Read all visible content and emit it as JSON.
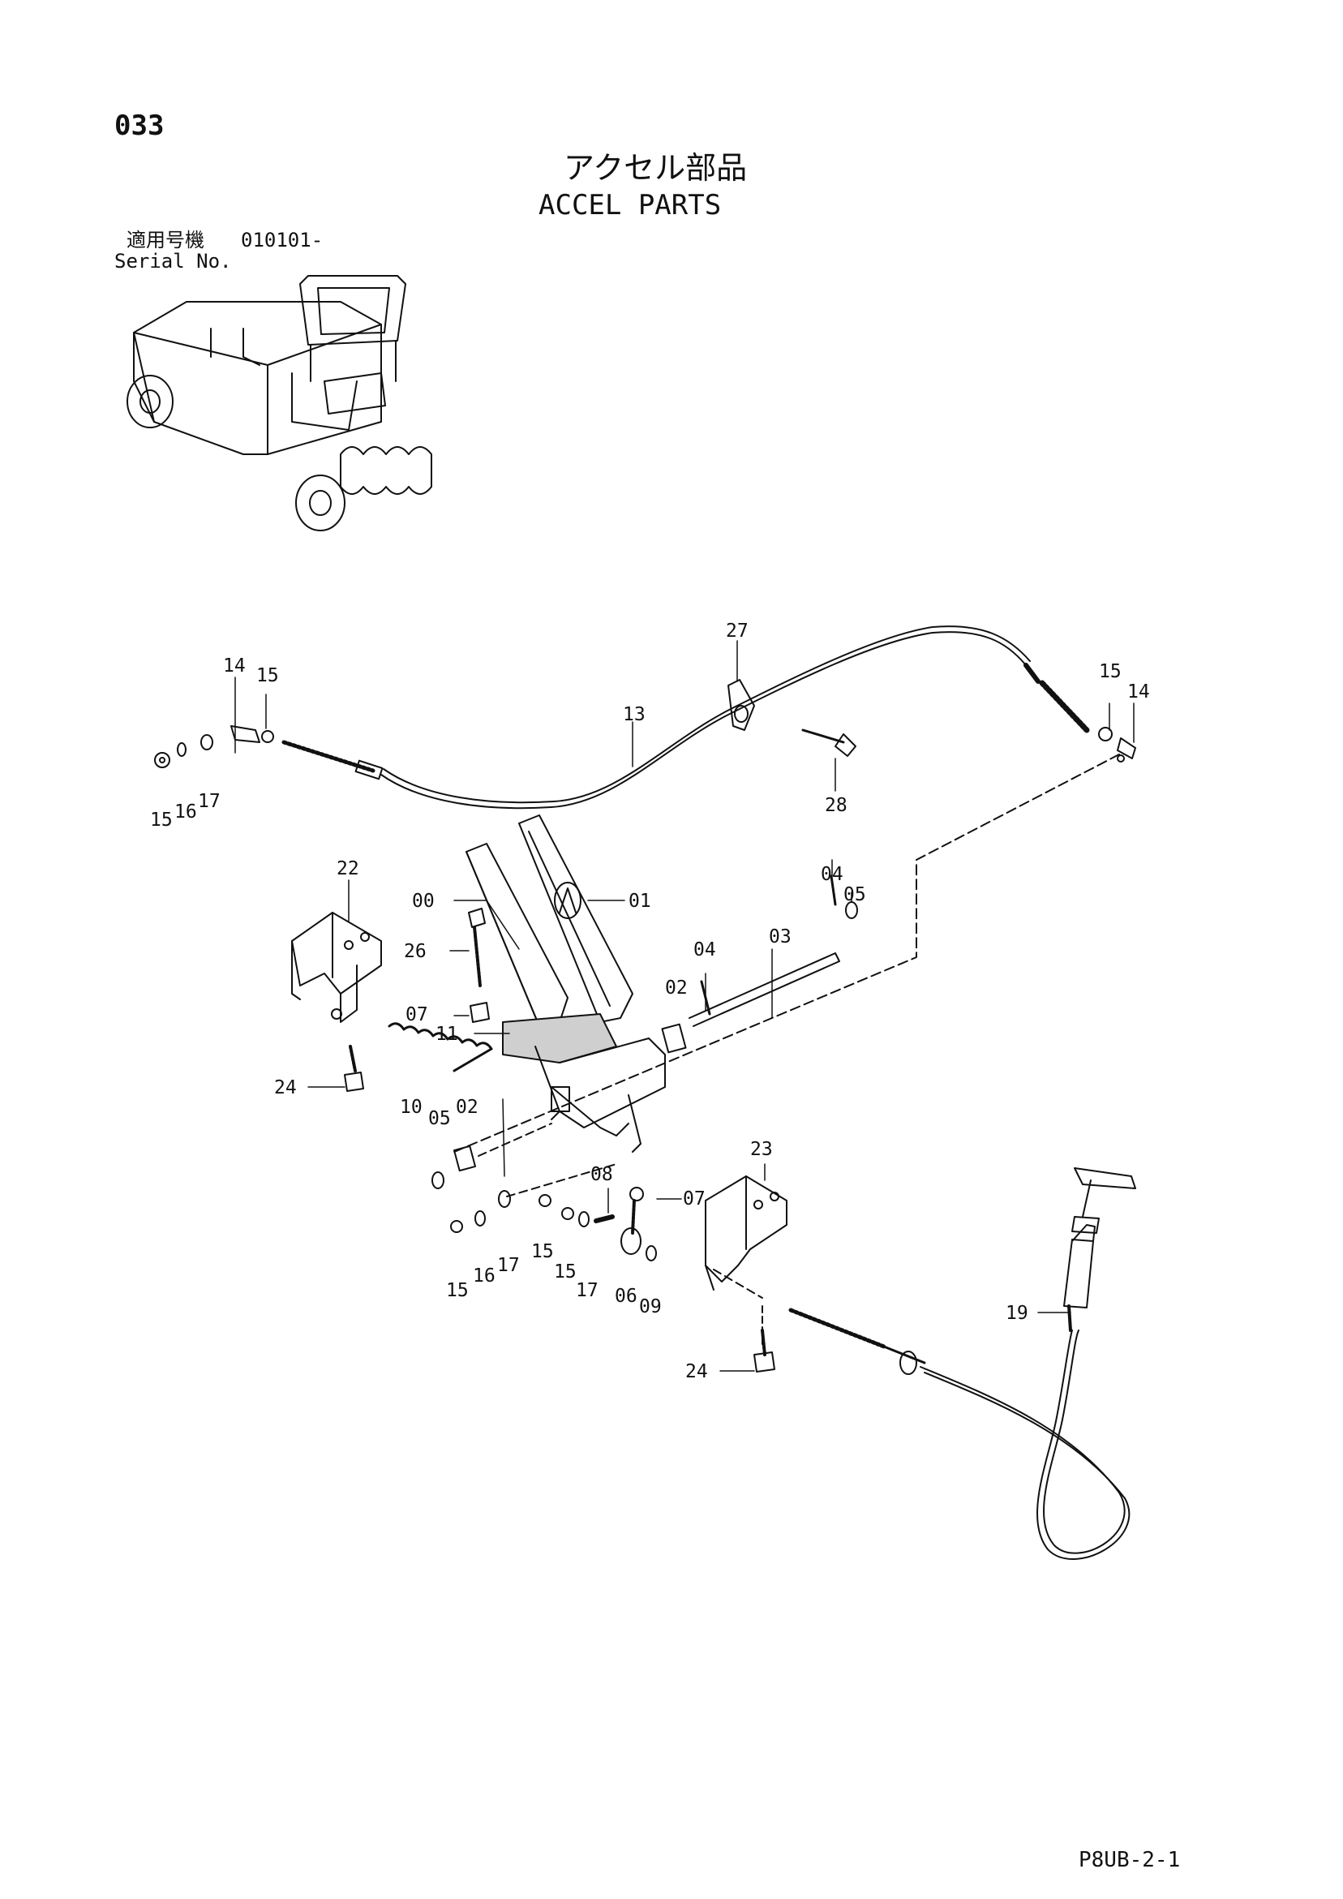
{
  "page": {
    "number": "033",
    "title_jp": "アクセル部品",
    "title_en": "ACCEL PARTS",
    "footer_code": "P8UB-2-1"
  },
  "serial": {
    "label_jp": "適用号機",
    "label_en": "Serial No.",
    "value": "010101-"
  },
  "callouts": [
    {
      "id": "c-14-left",
      "text": "14"
    },
    {
      "id": "c-15-left",
      "text": "15"
    },
    {
      "id": "c-15-ll",
      "text": "15"
    },
    {
      "id": "c-16-ll",
      "text": "16"
    },
    {
      "id": "c-17-ll",
      "text": "17"
    },
    {
      "id": "c-13",
      "text": "13"
    },
    {
      "id": "c-27",
      "text": "27"
    },
    {
      "id": "c-28",
      "text": "28"
    },
    {
      "id": "c-15-right",
      "text": "15"
    },
    {
      "id": "c-14-right",
      "text": "14"
    },
    {
      "id": "c-22",
      "text": "22"
    },
    {
      "id": "c-00",
      "text": "00"
    },
    {
      "id": "c-01",
      "text": "01"
    },
    {
      "id": "c-26",
      "text": "26"
    },
    {
      "id": "c-07-top",
      "text": "07"
    },
    {
      "id": "c-11",
      "text": "11"
    },
    {
      "id": "c-24-top",
      "text": "24"
    },
    {
      "id": "c-10",
      "text": "10"
    },
    {
      "id": "c-05-left",
      "text": "05"
    },
    {
      "id": "c-02-left",
      "text": "02"
    },
    {
      "id": "c-04-top",
      "text": "04"
    },
    {
      "id": "c-05-top",
      "text": "05"
    },
    {
      "id": "c-04-mid",
      "text": "04"
    },
    {
      "id": "c-03",
      "text": "03"
    },
    {
      "id": "c-02-mid",
      "text": "02"
    },
    {
      "id": "c-23",
      "text": "23"
    },
    {
      "id": "c-08",
      "text": "08"
    },
    {
      "id": "c-07-bot",
      "text": "07"
    },
    {
      "id": "c-15-b1",
      "text": "15"
    },
    {
      "id": "c-16-b1",
      "text": "16"
    },
    {
      "id": "c-17-b1",
      "text": "17"
    },
    {
      "id": "c-15-b2",
      "text": "15"
    },
    {
      "id": "c-15-b3",
      "text": "15"
    },
    {
      "id": "c-17-b2",
      "text": "17"
    },
    {
      "id": "c-06",
      "text": "06"
    },
    {
      "id": "c-09",
      "text": "09"
    },
    {
      "id": "c-19",
      "text": "19"
    },
    {
      "id": "c-24-bot",
      "text": "24"
    }
  ],
  "colors": {
    "ink": "#111111",
    "paper": "#ffffff"
  }
}
